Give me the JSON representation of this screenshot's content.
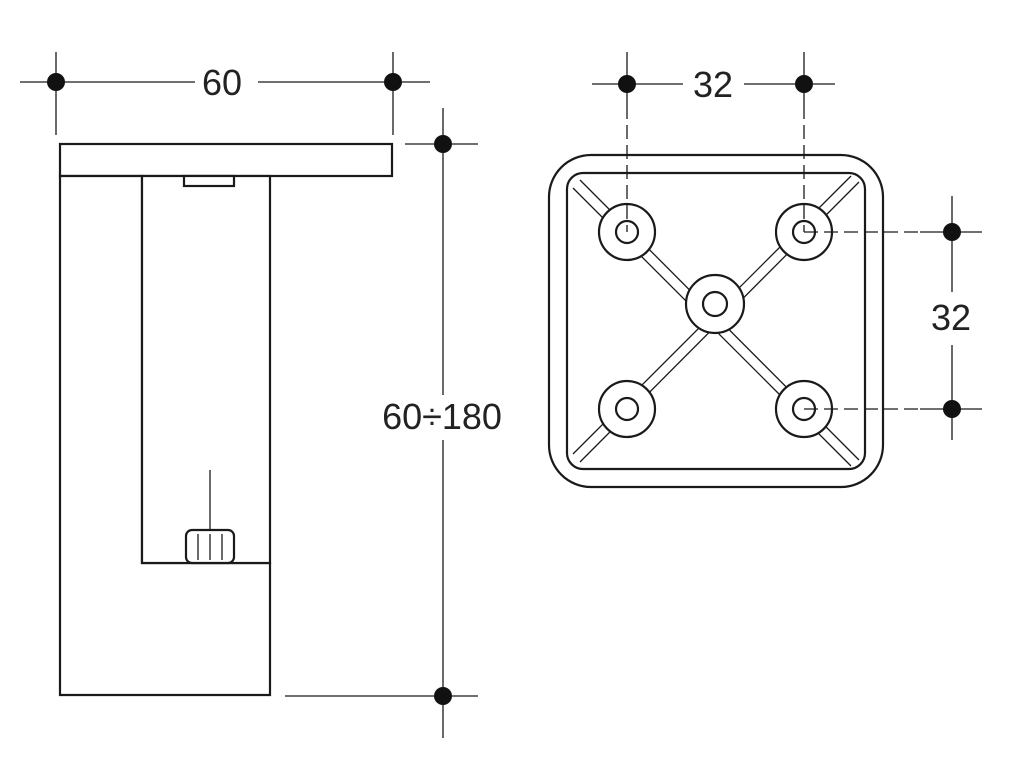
{
  "dimensions": {
    "side_width": "60",
    "side_height": "60÷180",
    "bottom_hole_spacing_x": "32",
    "bottom_hole_spacing_y": "32"
  },
  "colors": {
    "line": "#1a1a1a",
    "background": "#ffffff"
  }
}
